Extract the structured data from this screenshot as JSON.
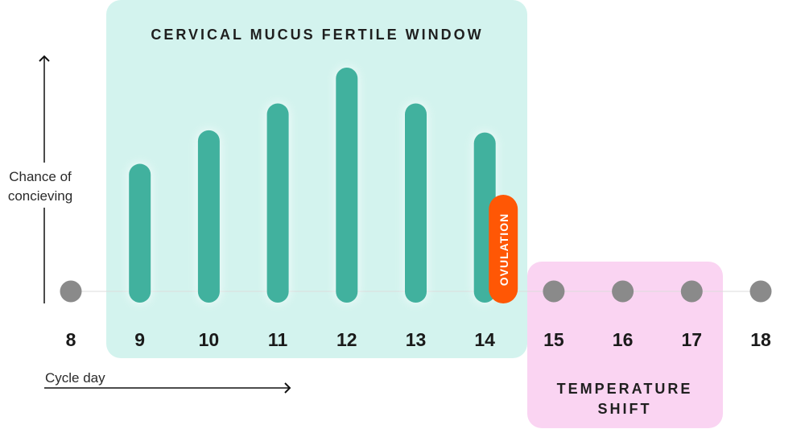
{
  "chart_data": {
    "type": "bar",
    "title": "",
    "xlabel": "Cycle day",
    "ylabel": "Chance of concieving",
    "categories": [
      "8",
      "9",
      "10",
      "11",
      "12",
      "13",
      "14",
      "15",
      "16",
      "17",
      "18"
    ],
    "values": [
      0,
      57,
      72,
      84,
      100,
      84,
      71,
      0,
      0,
      0,
      0
    ],
    "ylim": [
      0,
      100
    ],
    "units": "relative",
    "regions": [
      {
        "label": "CERVICAL MUCUS FERTILE WINDOW",
        "from": "9",
        "to": "14",
        "color": "#D3F3EE"
      },
      {
        "label_lines": [
          "TEMPERATURE",
          "SHIFT"
        ],
        "from": "15",
        "to": "17",
        "color": "#FAD4F2"
      }
    ],
    "annotation": {
      "label": "OVULATION",
      "day": "14",
      "color": "#FF5705"
    },
    "colors": {
      "bar": "#41B19E",
      "dot": "#8A8A8A"
    }
  }
}
